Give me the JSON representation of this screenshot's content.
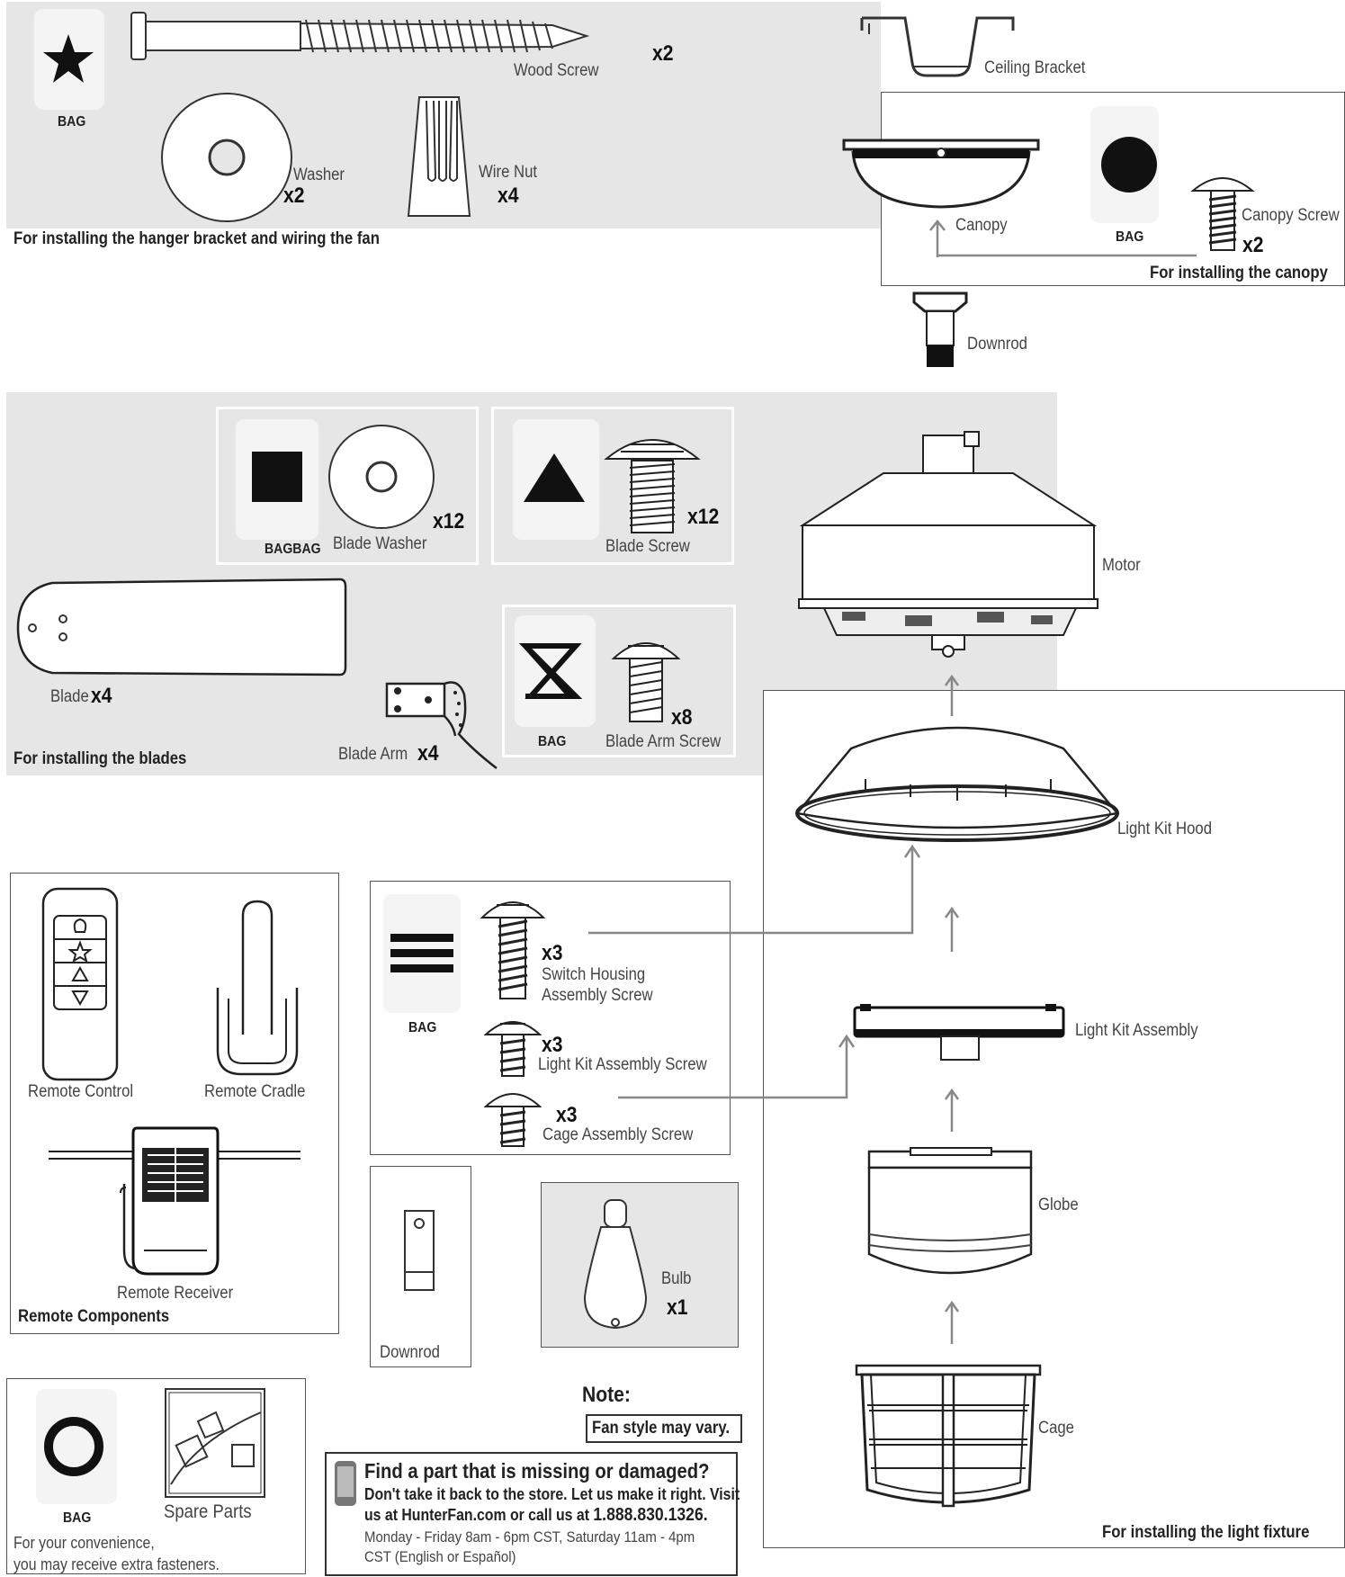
{
  "bag_label": "BAG",
  "hardware_bag": {
    "wood_screw": "Wood Screw",
    "wood_screw_qty": "x2",
    "washer": "Washer",
    "washer_qty": "x2",
    "wire_nut": "Wire Nut",
    "wire_nut_qty": "x4",
    "caption": "For installing the hanger bracket and wiring the fan"
  },
  "ceiling_bracket": "Ceiling Bracket",
  "canopy_box": {
    "canopy": "Canopy",
    "canopy_screw": "Canopy Screw",
    "canopy_screw_qty": "x2",
    "caption": "For installing the canopy"
  },
  "downrod_top": "Downrod",
  "blades_box": {
    "bag_double": "BAGBAG",
    "blade_washer": "Blade Washer",
    "blade_washer_qty": "x12",
    "blade_screw": "Blade Screw",
    "blade_screw_qty": "x12",
    "blade": "Blade",
    "blade_qty": "x4",
    "blade_arm": "Blade Arm",
    "blade_arm_qty": "x4",
    "blade_arm_screw": "Blade Arm Screw",
    "blade_arm_screw_qty": "x8",
    "caption": "For installing the blades"
  },
  "motor": "Motor",
  "light_fixture": {
    "hood": "Light Kit Hood",
    "assembly": "Light Kit Assembly",
    "globe": "Globe",
    "cage": "Cage",
    "caption": "For installing the light fixture"
  },
  "remote": {
    "control": "Remote Control",
    "cradle": "Remote Cradle",
    "receiver": "Remote Receiver",
    "caption": "Remote Components"
  },
  "light_screws": {
    "switch_qty": "x3",
    "switch_line1": "Switch Housing",
    "switch_line2": "Assembly Screw",
    "lightkit_qty": "x3",
    "lightkit": "Light Kit Assembly Screw",
    "cage_qty": "x3",
    "cage": "Cage Assembly Screw"
  },
  "downrod_small": "Downrod",
  "bulb": {
    "label": "Bulb",
    "qty": "x1"
  },
  "spare": {
    "spare_parts": "Spare Parts",
    "line1": "For your convenience,",
    "line2": "you may receive extra fasteners."
  },
  "note": {
    "title": "Note:",
    "text": "Fan style may vary."
  },
  "help": {
    "title": "Find a part that is missing or damaged?",
    "line1": "Don't take it back to the store. Let us make it right. Visit",
    "line2a": "us at HunterFan.com or call us at ",
    "phone": "1.888.830.1326.",
    "hours1": "Monday - Friday 8am - 6pm CST, Saturday 11am - 4pm",
    "hours2": "CST (English or Español)"
  }
}
